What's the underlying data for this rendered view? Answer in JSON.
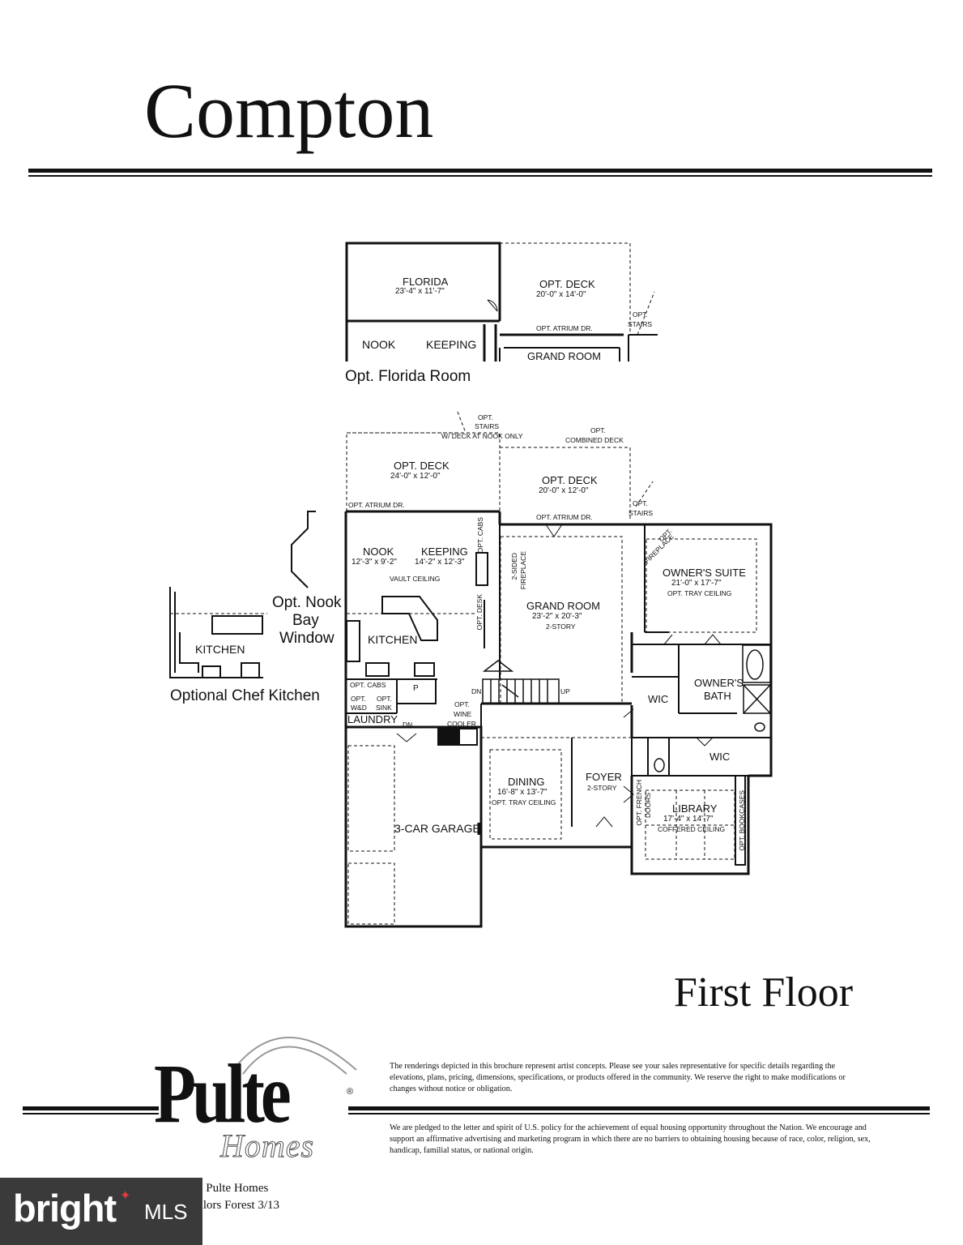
{
  "header": {
    "title": "Compton"
  },
  "floor_label": "First Floor",
  "florida_inset": {
    "caption": "Opt. Florida Room",
    "florida": {
      "name": "FLORIDA",
      "dims": "23'-4\" x 11'-7\""
    },
    "deck": {
      "name": "OPT. DECK",
      "dims": "20'-0\" x 14'-0\""
    },
    "atrium": "OPT. ATRIUM DR.",
    "stairs1": "OPT.",
    "stairs2": "STAIRS",
    "nook": "NOOK",
    "keeping": "KEEPING",
    "grand_room": "GRAND ROOM"
  },
  "chef_kitchen": {
    "caption": "Optional Chef Kitchen",
    "kitchen": "KITCHEN"
  },
  "bay_window": {
    "line1": "Opt. Nook",
    "line2": "Bay",
    "line3": "Window"
  },
  "rooms": {
    "deck_left": {
      "name": "OPT. DECK",
      "dims": "24'-0\" x 12'-0\""
    },
    "deck_right": {
      "name": "OPT. DECK",
      "dims": "20'-0\" x 12'-0\""
    },
    "top_stairs1": "OPT.",
    "top_stairs2": "STAIRS",
    "top_stairs3": "W/ DECK AT NOOK ONLY",
    "combined1": "OPT.",
    "combined2": "COMBINED DECK",
    "right_stairs1": "OPT.",
    "right_stairs2": "STAIRS",
    "atrium_left": "OPT. ATRIUM DR.",
    "atrium_right": "OPT. ATRIUM DR.",
    "nook": {
      "name": "NOOK",
      "dims": "12'-3\" x 9'-2\""
    },
    "keeping": {
      "name": "KEEPING",
      "dims": "14'-2\" x 12'-3\""
    },
    "vault": "VAULT CEILING",
    "opt_cabs_vertical": "OPT. CABS",
    "opt_desk": "OPT. DESK",
    "fireplace1": "2-SIDED",
    "fireplace2": "FIREPLACE",
    "kitchen": "KITCHEN",
    "grand_room": {
      "name": "GRAND ROOM",
      "dims": "23'-2\" x 20'-3\"",
      "note": "2-STORY"
    },
    "owners_fireplace1": "OPT.",
    "owners_fireplace2": "FIREPLACE",
    "owners_suite": {
      "name": "OWNER'S SUITE",
      "dims": "21'-0\" x 17'-7\"",
      "note": "OPT. TRAY CEILING"
    },
    "owners_bath1": "OWNER'S",
    "owners_bath2": "BATH",
    "wic1": "WIC",
    "wic2": "WIC",
    "pantry": "P",
    "laundry_cabs": "OPT. CABS",
    "wd1": "OPT.",
    "wd2": "W&D",
    "sink1": "OPT.",
    "sink2": "SINK",
    "laundry": "LAUNDRY",
    "dn1": "DN",
    "dn2": "DN",
    "up": "UP",
    "wine1": "OPT.",
    "wine2": "WINE",
    "wine3": "COOLER",
    "dining": {
      "name": "DINING",
      "dims": "16'-8\" x 13'-7\"",
      "note": "OPT. TRAY CEILING"
    },
    "foyer": {
      "name": "FOYER",
      "note": "2-STORY"
    },
    "french1": "OPT. FRENCH",
    "french2": "DOORS",
    "library": {
      "name": "LIBRARY",
      "dims": "17'-4\" x 14'-7\"",
      "note": "COFFERED CEILING"
    },
    "bookcases": "OPT. BOOKCASES",
    "garage": "3-CAR GARAGE"
  },
  "footer": {
    "logo_word": "Pulte",
    "logo_script": "Homes",
    "disclaimer1": "The renderings depicted in this brochure represent artist concepts. Please see your sales representative for specific details regarding the elevations, plans, pricing, dimensions, specifications, or products offered in the community. We reserve the right to make modifications or changes without notice or obligation.",
    "disclaimer2": "We are pledged to the letter and spirit of U.S. policy for the achievement of equal housing opportunity throughout the Nation. We encourage and support an affirmative advertising and marketing program in which there are no barriers to obtaining housing because of race, color, religion, sex, handicap, familial status, or national origin.",
    "copyright": "3 Pulte Homes",
    "community": "ellors Forest 3/13"
  },
  "watermark": {
    "brand": "bright",
    "suffix": "MLS"
  }
}
